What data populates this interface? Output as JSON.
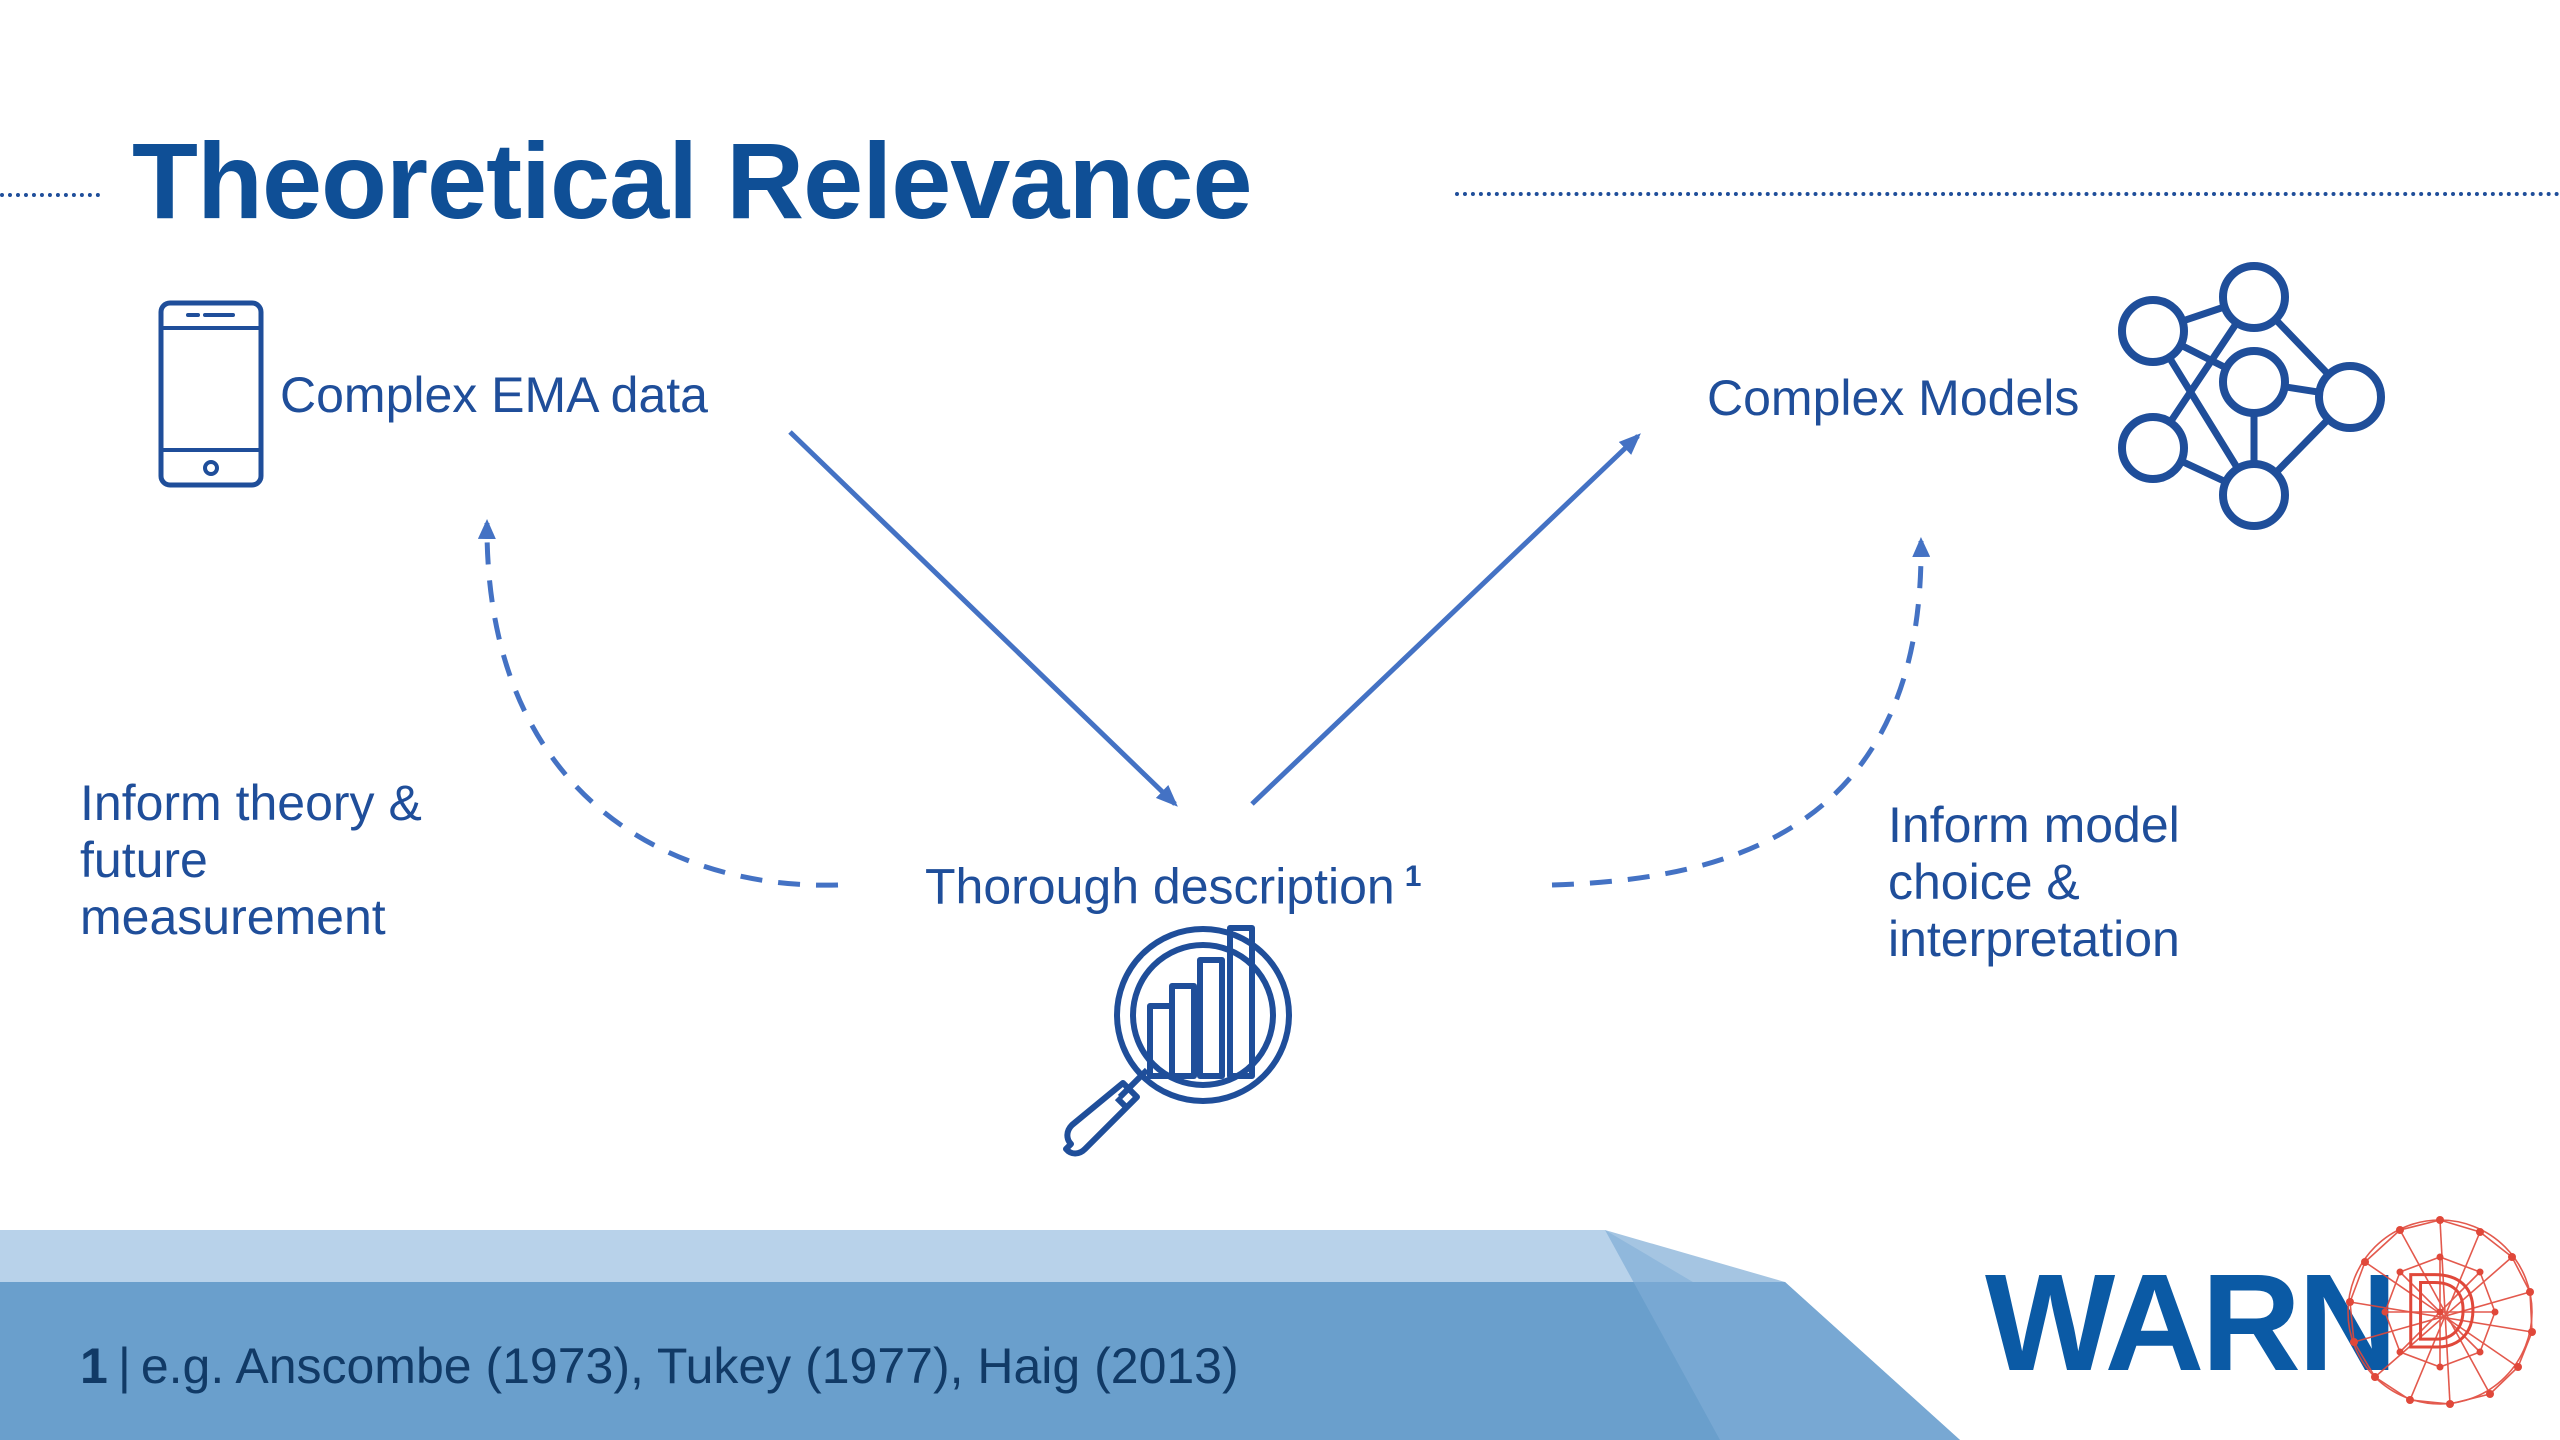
{
  "slide": {
    "title": "Theoretical Relevance"
  },
  "nodes": {
    "ema": {
      "label": "Complex EMA data",
      "icon": "smartphone-icon"
    },
    "models": {
      "label": "Complex Models",
      "icon": "neural-network-icon"
    },
    "description": {
      "label": "Thorough description",
      "footnote_marker": "1",
      "icon": "magnifier-bar-chart-icon"
    }
  },
  "feedback": {
    "left_lines": [
      "Inform theory &",
      "future",
      "measurement"
    ],
    "right_lines": [
      "Inform model",
      "choice &",
      "interpretation"
    ]
  },
  "footnote": {
    "number": "1",
    "separator": "|",
    "text": "e.g. Anscombe (1973), Tukey (1977), Haig (2013)"
  },
  "logo": {
    "word": "WARN",
    "letter": "D",
    "icon": "network-globe-icon"
  },
  "colors": {
    "title": "#0f4f96",
    "text": "#1f4e9a",
    "arrow": "#4472c4",
    "footer_light": "#b8d2ea",
    "footer_dark": "#6a9fcc",
    "logo_blue": "#0b5aa5",
    "logo_red": "#e0483a"
  }
}
